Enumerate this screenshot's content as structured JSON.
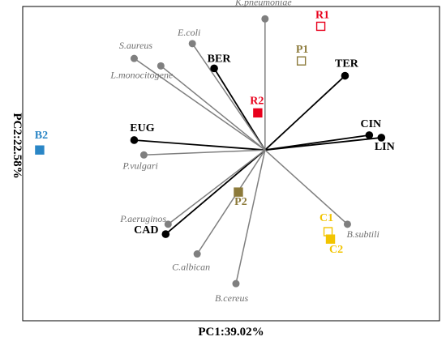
{
  "chart_data": {
    "type": "scatter",
    "title": "",
    "xlabel": "PC1:39.02%",
    "ylabel": "PC2:22.58%",
    "grid": false,
    "xlim": [
      -1.0,
      0.72
    ],
    "ylim": [
      -0.69,
      0.58
    ],
    "origin": [
      0,
      0
    ],
    "series": [
      {
        "kind": "variables",
        "color": "#000000",
        "marker": "circle",
        "vector": true,
        "points": [
          {
            "label": "BER",
            "x": -0.21,
            "y": 0.33
          },
          {
            "label": "TER",
            "x": 0.33,
            "y": 0.3
          },
          {
            "label": "CIN",
            "x": 0.43,
            "y": 0.06
          },
          {
            "label": "LIN",
            "x": 0.48,
            "y": 0.05
          },
          {
            "label": "EUG",
            "x": -0.54,
            "y": 0.04
          },
          {
            "label": "CAD",
            "x": -0.41,
            "y": -0.34
          }
        ]
      },
      {
        "kind": "bacteria",
        "color": "#7f7f7f",
        "marker": "circle",
        "vector": true,
        "points": [
          {
            "label": "K.pneumoniae",
            "x": 0.0,
            "y": 0.53
          },
          {
            "label": "E.coli",
            "x": -0.3,
            "y": 0.43
          },
          {
            "label": "S.aureus",
            "x": -0.54,
            "y": 0.37
          },
          {
            "label": "L.monocitogene",
            "x": -0.43,
            "y": 0.34
          },
          {
            "label": "P.vulgari",
            "x": -0.5,
            "y": -0.02
          },
          {
            "label": "P.aeruginos",
            "x": -0.4,
            "y": -0.3
          },
          {
            "label": "C.albican",
            "x": -0.28,
            "y": -0.42
          },
          {
            "label": "B.cereus",
            "x": -0.12,
            "y": -0.54
          },
          {
            "label": "B.subtili",
            "x": 0.34,
            "y": -0.3
          }
        ]
      },
      {
        "kind": "samples",
        "marker": "square",
        "points": [
          {
            "label": "R1",
            "x": 0.23,
            "y": 0.5,
            "color": "#e8001c",
            "filled": false
          },
          {
            "label": "R2",
            "x": -0.03,
            "y": 0.15,
            "color": "#e8001c",
            "filled": true
          },
          {
            "label": "P1",
            "x": 0.15,
            "y": 0.36,
            "color": "#8c7a3a",
            "filled": false
          },
          {
            "label": "P2",
            "x": -0.11,
            "y": -0.17,
            "color": "#8c7a3a",
            "filled": true
          },
          {
            "label": "B2",
            "x": -0.93,
            "y": 0.0,
            "color": "#2a86c6",
            "filled": true
          },
          {
            "label": "C1",
            "x": 0.26,
            "y": -0.33,
            "color": "#f2c400",
            "filled": false
          },
          {
            "label": "C2",
            "x": 0.27,
            "y": -0.36,
            "color": "#f2c400",
            "filled": true
          }
        ]
      }
    ]
  }
}
